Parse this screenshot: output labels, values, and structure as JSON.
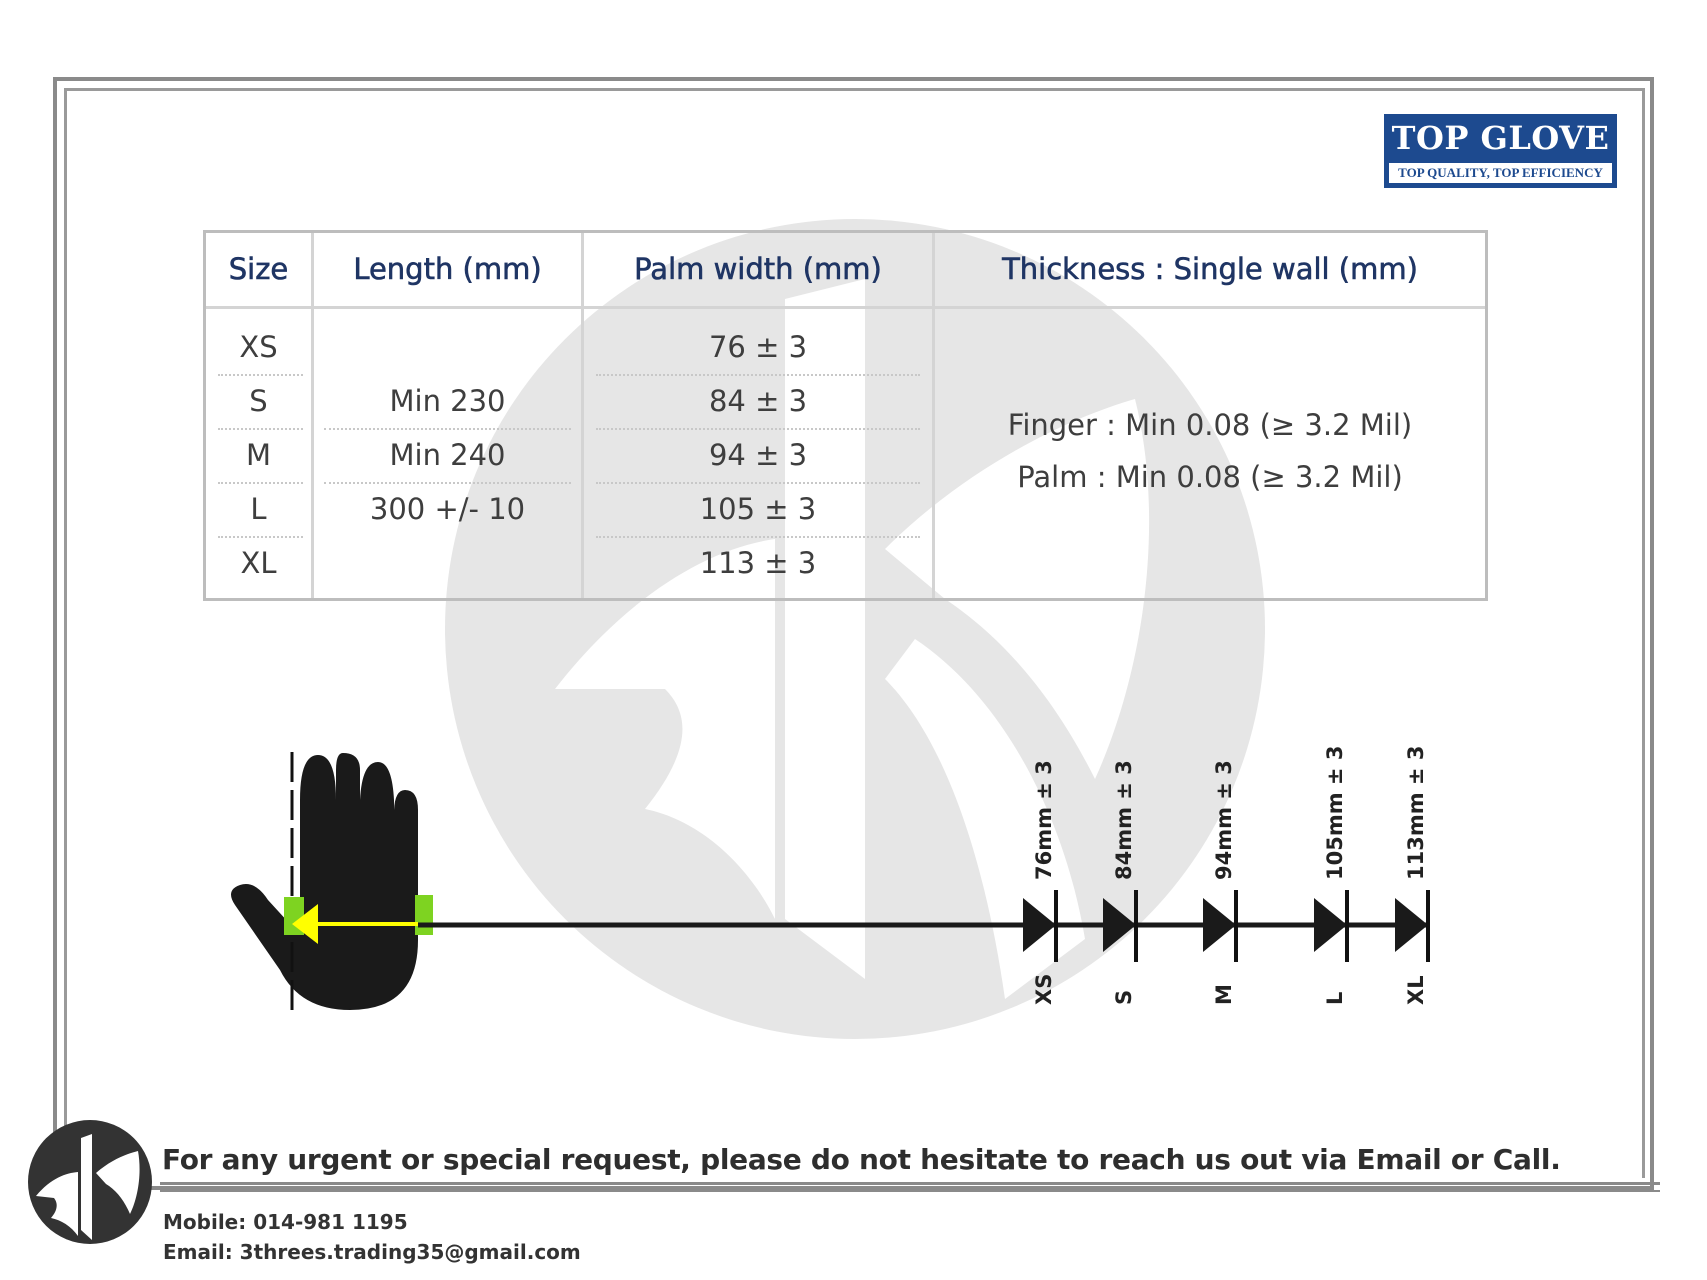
{
  "brand": {
    "name": "TOP GLOVE",
    "tagline": "TOP QUALITY, TOP EFFICIENCY",
    "color": "#1d4a8f"
  },
  "table": {
    "headers": [
      "Size",
      "Length (mm)",
      "Palm width (mm)",
      "Thickness : Single wall (mm)"
    ],
    "rows": [
      {
        "size": "XS",
        "length": "",
        "palm": "76 ± 3"
      },
      {
        "size": "S",
        "length": "Min 230",
        "palm": "84 ± 3"
      },
      {
        "size": "M",
        "length": "Min 240",
        "palm": "94 ± 3"
      },
      {
        "size": "L",
        "length": "300 +/- 10",
        "palm": "105 ± 3"
      },
      {
        "size": "XL",
        "length": "",
        "palm": "113 ± 3"
      }
    ],
    "thickness": [
      "Finger : Min 0.08 (≥ 3.2 Mil)",
      "Palm : Min 0.08 (≥ 3.2 Mil)"
    ]
  },
  "diagram": {
    "markers": [
      {
        "size": "XS",
        "width": "76mm ± 3"
      },
      {
        "size": "S",
        "width": "84mm ± 3"
      },
      {
        "size": "M",
        "width": "94mm ± 3"
      },
      {
        "size": "L",
        "width": "105mm ± 3"
      },
      {
        "size": "XL",
        "width": "113mm ± 3"
      }
    ]
  },
  "footer": {
    "message": "For any urgent or special request, please do not hesitate to reach us out via Email or Call.",
    "mobile": "Mobile: 014-981 1195",
    "email": "Email: 3threes.trading35@gmail.com"
  }
}
